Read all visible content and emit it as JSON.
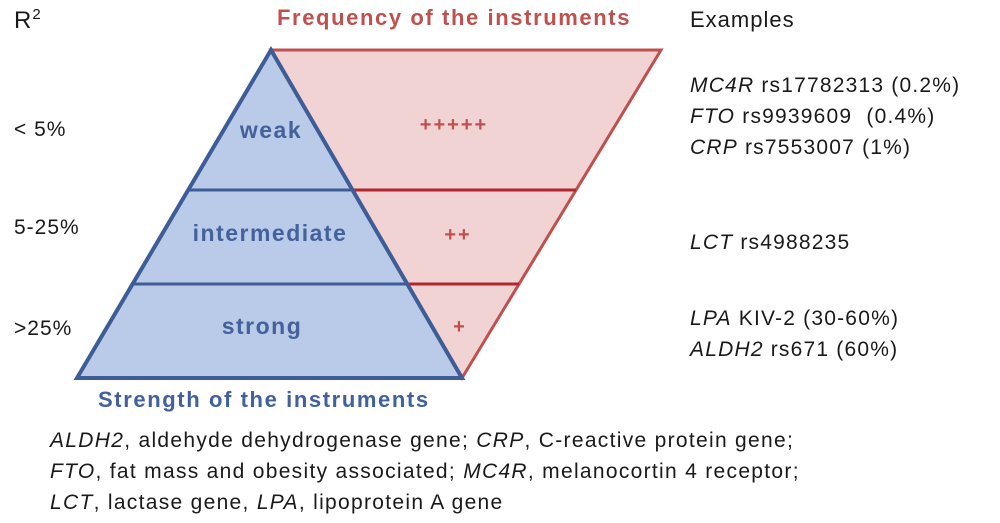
{
  "r2": {
    "symbol": "R",
    "superscript": "2",
    "ranges": [
      "< 5%",
      "5-25%",
      ">25%"
    ]
  },
  "frequency_title": "Frequency of the instruments",
  "strength_title": "Strength of the instruments",
  "levels": [
    "weak",
    "intermediate",
    "strong"
  ],
  "frequency_marks": [
    "+++++",
    "++",
    "+"
  ],
  "examples": {
    "header": "Examples",
    "weak": [
      {
        "gene": "MC4R",
        "detail": " rs17782313 (0.2%)"
      },
      {
        "gene": "FTO",
        "detail": " rs9939609  (0.4%)"
      },
      {
        "gene": "CRP",
        "detail": " rs7553007 (1%)"
      }
    ],
    "intermediate": [
      {
        "gene": "LCT",
        "detail": " rs4988235"
      }
    ],
    "strong": [
      {
        "gene": "LPA",
        "detail": " KIV-2 (30-60%)"
      },
      {
        "gene": "ALDH2",
        "detail": " rs671 (60%)"
      }
    ]
  },
  "footnote": [
    [
      {
        "gene": "ALDH2",
        "text": ", aldehyde dehydrogenase gene; "
      },
      {
        "gene": "CRP",
        "text": ", C-reactive protein gene;"
      }
    ],
    [
      {
        "gene": "FTO",
        "text": ", fat mass and obesity associated; "
      },
      {
        "gene": "MC4R",
        "text": ", melanocortin 4 receptor;"
      }
    ],
    [
      {
        "gene": "LCT",
        "text": ", lactase gene, "
      },
      {
        "gene": "LPA",
        "text": ", lipoprotein A gene"
      }
    ]
  ],
  "colors": {
    "blue_fill": "#b9cbe8",
    "blue_stroke": "#3e5d96",
    "red_fill": "#f2d3d3",
    "red_stroke": "#c0504d",
    "red_divider": "#b3262e"
  }
}
